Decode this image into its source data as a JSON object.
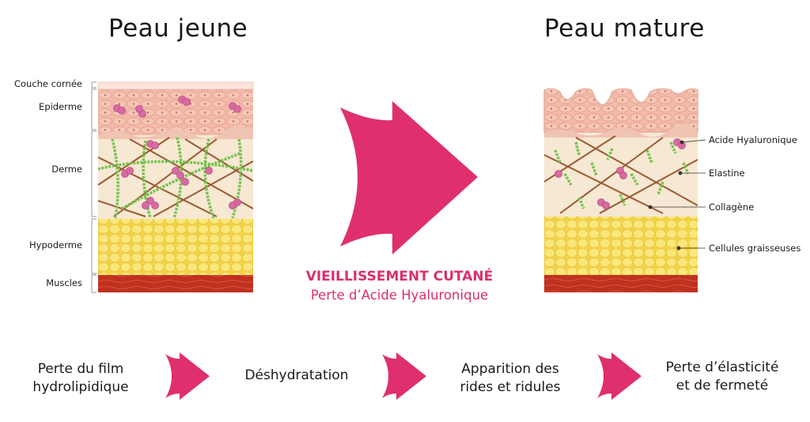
{
  "titles": {
    "young": "Peau jeune",
    "mature": "Peau mature"
  },
  "layers": {
    "stratum": "Couche cornée",
    "epidermis": "Epiderme",
    "dermis": "Derme",
    "hypodermis": "Hypoderme",
    "muscles": "Muscles"
  },
  "center": {
    "line1": "VIEILLISSEMENT CUTANÉ",
    "line2": "Perte d’Acide Hyaluronique"
  },
  "annotations": {
    "hyaluronic": "Acide Hyaluronique",
    "elastin": "Elastine",
    "collagen": "Collagène",
    "fat": "Cellules graisseuses"
  },
  "steps": [
    {
      "line1": "Perte du film",
      "line2": "hydrolipidique"
    },
    {
      "line1": "Déshydratation",
      "line2": ""
    },
    {
      "line1": "Apparition des",
      "line2": "rides et ridules"
    },
    {
      "line1": "Perte d’élasticité",
      "line2": "et de fermeté"
    }
  ],
  "colors": {
    "accent": "#df2f6e",
    "center_text": "#d9306d",
    "epidermis": "#f3b9a9",
    "dermis": "#f6e8d2",
    "fat": "#f7de58",
    "muscle": "#c0311f",
    "elastin": "#74c24f",
    "collagen": "#9a5a33",
    "hyaluronic": "#d96aa2"
  },
  "icons": {
    "big_arrow": "arrow-right-icon",
    "step_arrow": "arrow-right-icon"
  }
}
